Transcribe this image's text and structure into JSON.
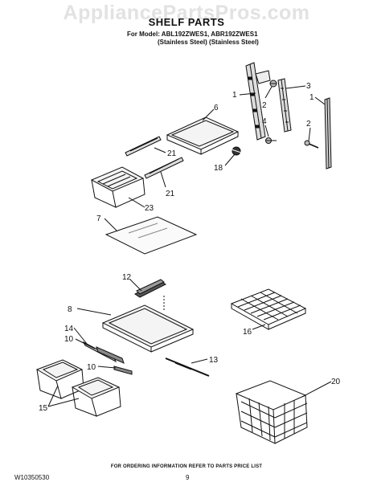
{
  "watermark": "AppliancePartsPros.com",
  "header": {
    "title": "SHELF PARTS",
    "model_line": "For Model: ABL192ZWES1, ABR192ZWES1",
    "variant_line": "(Stainless Steel) (Stainless Steel)"
  },
  "callouts": {
    "c1a": "1",
    "c2a": "2",
    "c3": "3",
    "c1b": "1",
    "c2b": "2",
    "c4": "4",
    "c6": "6",
    "c21a": "21",
    "c18": "18",
    "c21b": "21",
    "c23": "23",
    "c7": "7",
    "c12": "12",
    "c8": "8",
    "c16": "16",
    "c14": "14",
    "c10a": "10",
    "c13": "13",
    "c10b": "10",
    "c20": "20",
    "c15": "15"
  },
  "footer": {
    "ordering_note": "FOR ORDERING INFORMATION REFER TO PARTS PRICE LIST",
    "doc_number": "W10350530",
    "page_number": "9"
  }
}
